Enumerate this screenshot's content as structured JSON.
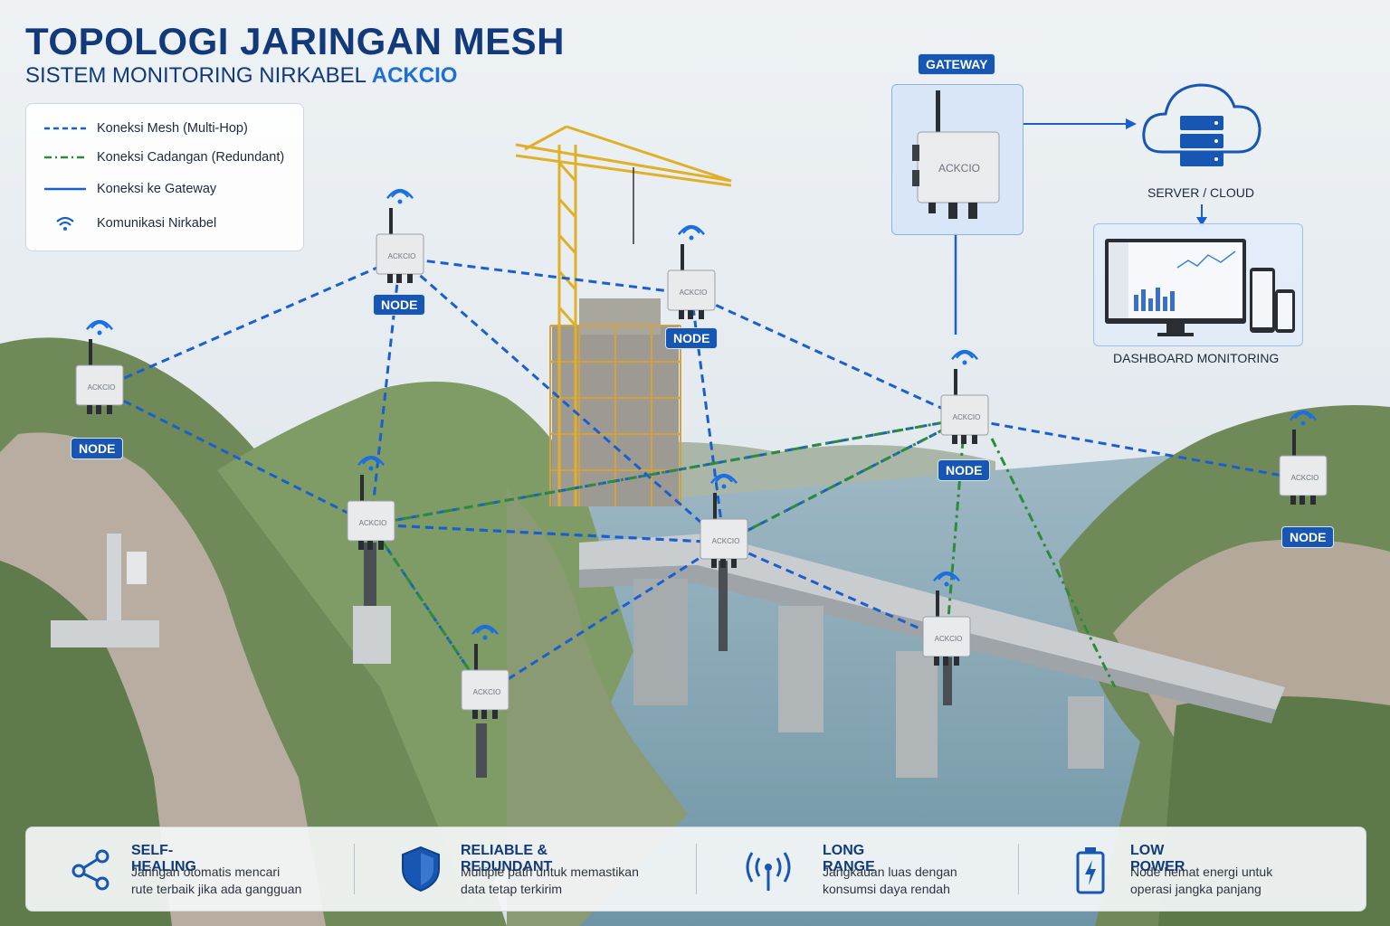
{
  "header": {
    "title": "TOPOLOGI JARINGAN MESH",
    "subtitle_prefix": "SISTEM MONITORING NIRKABEL",
    "subtitle_brand": "ACKCIO"
  },
  "legend": {
    "items": [
      {
        "label": "Koneksi Mesh (Multi-Hop)",
        "color": "#1b5fcf"
      },
      {
        "label": "Koneksi Cadangan (Redundant)",
        "color": "#2e8b3a"
      },
      {
        "label": "Koneksi ke Gateway",
        "color": "#1b5fcf"
      },
      {
        "label": "Komunikasi Nirkabel",
        "color": "#1b5fcf"
      }
    ]
  },
  "device_brand": "ACKCIO",
  "nodes": {
    "tag_label": "NODE"
  },
  "gateway": {
    "tag_label": "GATEWAY"
  },
  "server": {
    "label": "SERVER / CLOUD"
  },
  "dashboard": {
    "label": "DASHBOARD MONITORING"
  },
  "features": [
    {
      "title": "SELF-HEALING",
      "line1": "Jaringan otomatis mencari",
      "line2": "rute terbaik jika ada gangguan",
      "icon": "share-network-icon"
    },
    {
      "title": "RELIABLE & REDUNDANT",
      "line1": "Multiple path untuk memastikan",
      "line2": "data tetap terkirim",
      "icon": "shield-icon"
    },
    {
      "title": "LONG RANGE",
      "line1": "Jangkauan luas dengan",
      "line2": "konsumsi daya rendah",
      "icon": "antenna-signal-icon"
    },
    {
      "title": "LOW POWER",
      "line1": "Node hemat energi untuk",
      "line2": "operasi jangka panjang",
      "icon": "battery-icon"
    }
  ],
  "colors": {
    "primary": "#123a7a",
    "accent": "#1c6fd6",
    "mesh_line": "#1b5fcf",
    "redundant_line": "#2e8b3a",
    "tag_bg": "#1757b3"
  }
}
